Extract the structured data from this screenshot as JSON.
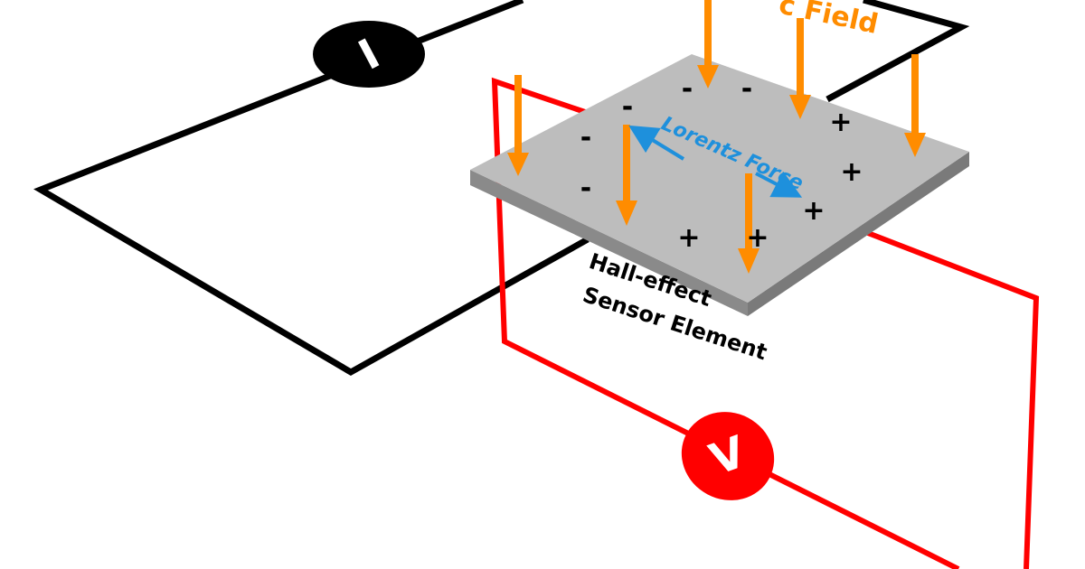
{
  "colors": {
    "current_circuit": "#000000",
    "voltage_circuit": "#ff0000",
    "magnetic_field": "#ff8c00",
    "lorentz_force": "#1e90dc",
    "sensor_top": "#bdbdbd",
    "sensor_side": "#8a8a8a",
    "charge_marks": "#000000"
  },
  "labels": {
    "magnetic_field": "c Field",
    "lorentz_force": "Lorentz Force",
    "sensor_line1": "Hall-effect",
    "sensor_line2": "Sensor Element"
  },
  "meters": {
    "current": {
      "symbol": "I",
      "icon": "ammeter-icon"
    },
    "voltage": {
      "symbol": "V",
      "icon": "voltmeter-icon"
    }
  },
  "charges": {
    "negative": "-",
    "positive": "+"
  }
}
